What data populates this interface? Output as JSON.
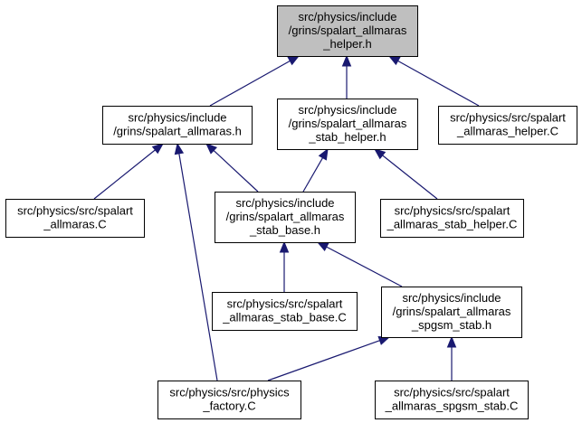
{
  "colors": {
    "edge": "#191970",
    "root_fill": "#bfbfbf",
    "node_fill": "#ffffff",
    "border": "#000000"
  },
  "nodes": [
    {
      "id": "n0",
      "lines": [
        "src/physics/include",
        "/grins/spalart_allmaras",
        "_helper.h"
      ],
      "highlight": true
    },
    {
      "id": "n1",
      "lines": [
        "src/physics/include",
        "/grins/spalart_allmaras.h"
      ]
    },
    {
      "id": "n2",
      "lines": [
        "src/physics/include",
        "/grins/spalart_allmaras",
        "_stab_helper.h"
      ]
    },
    {
      "id": "n3",
      "lines": [
        "src/physics/src/spalart",
        "_allmaras_helper.C"
      ]
    },
    {
      "id": "n4",
      "lines": [
        "src/physics/src/spalart",
        "_allmaras.C"
      ]
    },
    {
      "id": "n5",
      "lines": [
        "src/physics/include",
        "/grins/spalart_allmaras",
        "_stab_base.h"
      ]
    },
    {
      "id": "n6",
      "lines": [
        "src/physics/src/spalart",
        "_allmaras_stab_helper.C"
      ]
    },
    {
      "id": "n7",
      "lines": [
        "src/physics/src/spalart",
        "_allmaras_stab_base.C"
      ]
    },
    {
      "id": "n8",
      "lines": [
        "src/physics/include",
        "/grins/spalart_allmaras",
        "_spgsm_stab.h"
      ]
    },
    {
      "id": "n9",
      "lines": [
        "src/physics/src/physics",
        "_factory.C"
      ]
    },
    {
      "id": "n10",
      "lines": [
        "src/physics/src/spalart",
        "_allmaras_spgsm_stab.C"
      ]
    }
  ],
  "edges": [
    {
      "from": "n1",
      "to": "n0"
    },
    {
      "from": "n2",
      "to": "n0"
    },
    {
      "from": "n3",
      "to": "n0"
    },
    {
      "from": "n4",
      "to": "n1"
    },
    {
      "from": "n5",
      "to": "n1"
    },
    {
      "from": "n9",
      "to": "n1"
    },
    {
      "from": "n5",
      "to": "n2"
    },
    {
      "from": "n6",
      "to": "n2"
    },
    {
      "from": "n7",
      "to": "n5"
    },
    {
      "from": "n8",
      "to": "n5"
    },
    {
      "from": "n9",
      "to": "n8"
    },
    {
      "from": "n10",
      "to": "n8"
    }
  ]
}
